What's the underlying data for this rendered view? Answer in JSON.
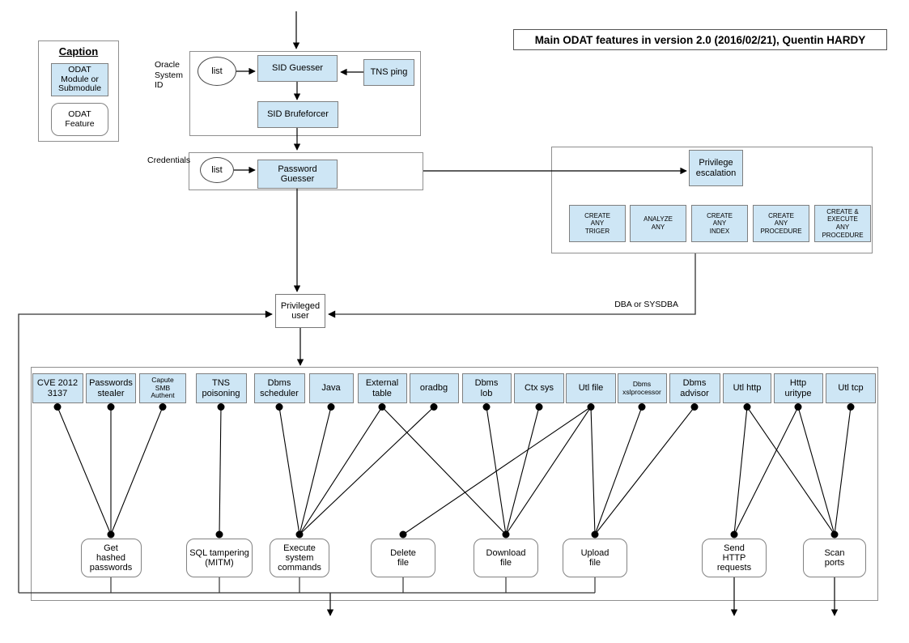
{
  "title": "Main ODAT features in version 2.0 (2016/02/21), Quentin HARDY",
  "caption": {
    "heading": "Caption",
    "module_sample": "ODAT\nModule or\nSubmodule",
    "feature_sample": "ODAT\nFeature"
  },
  "colors": {
    "module_fill": "#cee6f5",
    "feature_fill": "#ffffff",
    "line": "#000000"
  },
  "sections": {
    "oracle_system_id": {
      "label": "Oracle\nSystem\nID",
      "list_label": "list",
      "nodes": {
        "sid_guesser": "SID Guesser",
        "tns_ping": "TNS ping",
        "sid_bruteforcer": "SID Brufeforcer"
      }
    },
    "credentials": {
      "label": "Credentials",
      "list_label": "list",
      "nodes": {
        "password_guesser": "Password\nGuesser"
      }
    },
    "privilege_escalation": {
      "main": "Privilege\nescalation",
      "privileges": [
        "CREATE\nANY\nTRIGER",
        "ANALYZE\nANY",
        "CREATE\nANY\nINDEX",
        "CREATE\nANY\nPROCEDURE",
        "CREATE &\nEXECUTE\nANY\nPROCEDURE"
      ]
    },
    "privileged_user": {
      "label": "Privileged\nuser",
      "edge_label": "DBA or SYSDBA"
    }
  },
  "modules": [
    {
      "id": "cve_2012_3137",
      "label": "CVE 2012\n3137"
    },
    {
      "id": "passwords_stealer",
      "label": "Passwords\nstealer"
    },
    {
      "id": "capute_smb_authent",
      "label": "Capute\nSMB\nAuthent"
    },
    {
      "id": "tns_poisoning",
      "label": "TNS\npoisoning"
    },
    {
      "id": "dbms_scheduler",
      "label": "Dbms\nscheduler"
    },
    {
      "id": "java",
      "label": "Java"
    },
    {
      "id": "external_table",
      "label": "External\ntable"
    },
    {
      "id": "oradbg",
      "label": "oradbg"
    },
    {
      "id": "dbms_lob",
      "label": "Dbms\nlob"
    },
    {
      "id": "ctx_sys",
      "label": "Ctx sys"
    },
    {
      "id": "utl_file",
      "label": "Utl file"
    },
    {
      "id": "dbms_xslprocessor",
      "label": "Dbms\nxslprocessor"
    },
    {
      "id": "dbms_advisor",
      "label": "Dbms\nadvisor"
    },
    {
      "id": "utl_http",
      "label": "Utl http"
    },
    {
      "id": "http_uritype",
      "label": "Http\nuritype"
    },
    {
      "id": "utl_tcp",
      "label": "Utl tcp"
    }
  ],
  "features": [
    {
      "id": "get_hashed_passwords",
      "label": "Get\nhashed\npasswords"
    },
    {
      "id": "sql_tampering",
      "label": "SQL tampering\n(MITM)"
    },
    {
      "id": "execute_system_commands",
      "label": "Execute\nsystem\ncommands"
    },
    {
      "id": "delete_file",
      "label": "Delete\nfile"
    },
    {
      "id": "download_file",
      "label": "Download\nfile"
    },
    {
      "id": "upload_file",
      "label": "Upload\nfile"
    },
    {
      "id": "send_http_requests",
      "label": "Send\nHTTP\nrequests"
    },
    {
      "id": "scan_ports",
      "label": "Scan\nports"
    }
  ],
  "connections": [
    [
      "cve_2012_3137",
      "get_hashed_passwords"
    ],
    [
      "passwords_stealer",
      "get_hashed_passwords"
    ],
    [
      "capute_smb_authent",
      "get_hashed_passwords"
    ],
    [
      "tns_poisoning",
      "sql_tampering"
    ],
    [
      "dbms_scheduler",
      "execute_system_commands"
    ],
    [
      "java",
      "execute_system_commands"
    ],
    [
      "external_table",
      "execute_system_commands"
    ],
    [
      "external_table",
      "download_file"
    ],
    [
      "oradbg",
      "execute_system_commands"
    ],
    [
      "dbms_lob",
      "download_file"
    ],
    [
      "ctx_sys",
      "download_file"
    ],
    [
      "utl_file",
      "delete_file"
    ],
    [
      "utl_file",
      "download_file"
    ],
    [
      "utl_file",
      "upload_file"
    ],
    [
      "dbms_xslprocessor",
      "upload_file"
    ],
    [
      "dbms_advisor",
      "upload_file"
    ],
    [
      "utl_http",
      "send_http_requests"
    ],
    [
      "utl_http",
      "scan_ports"
    ],
    [
      "http_uritype",
      "send_http_requests"
    ],
    [
      "http_uritype",
      "scan_ports"
    ],
    [
      "utl_tcp",
      "scan_ports"
    ]
  ]
}
